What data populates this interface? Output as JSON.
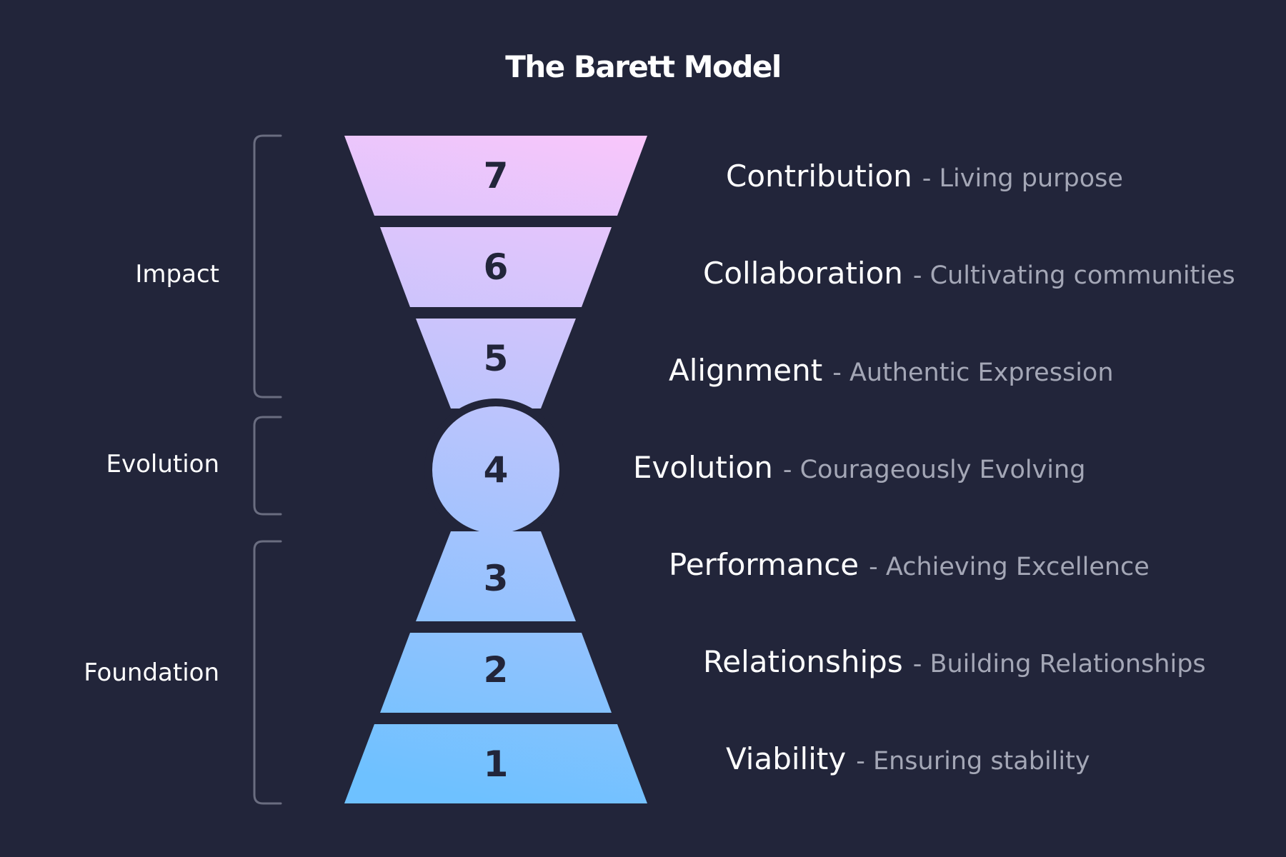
{
  "title": "The Barett Model",
  "colors": {
    "background": "#22253a",
    "gradient_top": "#f9c6fb",
    "gradient_bottom": "#6ec1ff",
    "number": "#22253a",
    "name": "#ffffff",
    "description": "#a4a7b6",
    "bracket": "#6a6d80"
  },
  "groups": [
    {
      "id": "impact",
      "label": "Impact"
    },
    {
      "id": "evolution",
      "label": "Evolution"
    },
    {
      "id": "foundation",
      "label": "Foundation"
    }
  ],
  "levels": [
    {
      "number": "7",
      "name": "Contribution",
      "description": "- Living purpose"
    },
    {
      "number": "6",
      "name": "Collaboration",
      "description": "- Cultivating communities"
    },
    {
      "number": "5",
      "name": "Alignment",
      "description": "- Authentic Expression"
    },
    {
      "number": "4",
      "name": "Evolution",
      "description": "- Courageously Evolving"
    },
    {
      "number": "3",
      "name": "Performance",
      "description": "- Achieving Excellence"
    },
    {
      "number": "2",
      "name": "Relationships",
      "description": "- Building Relationships"
    },
    {
      "number": "1",
      "name": "Viability",
      "description": "- Ensuring stability"
    }
  ]
}
